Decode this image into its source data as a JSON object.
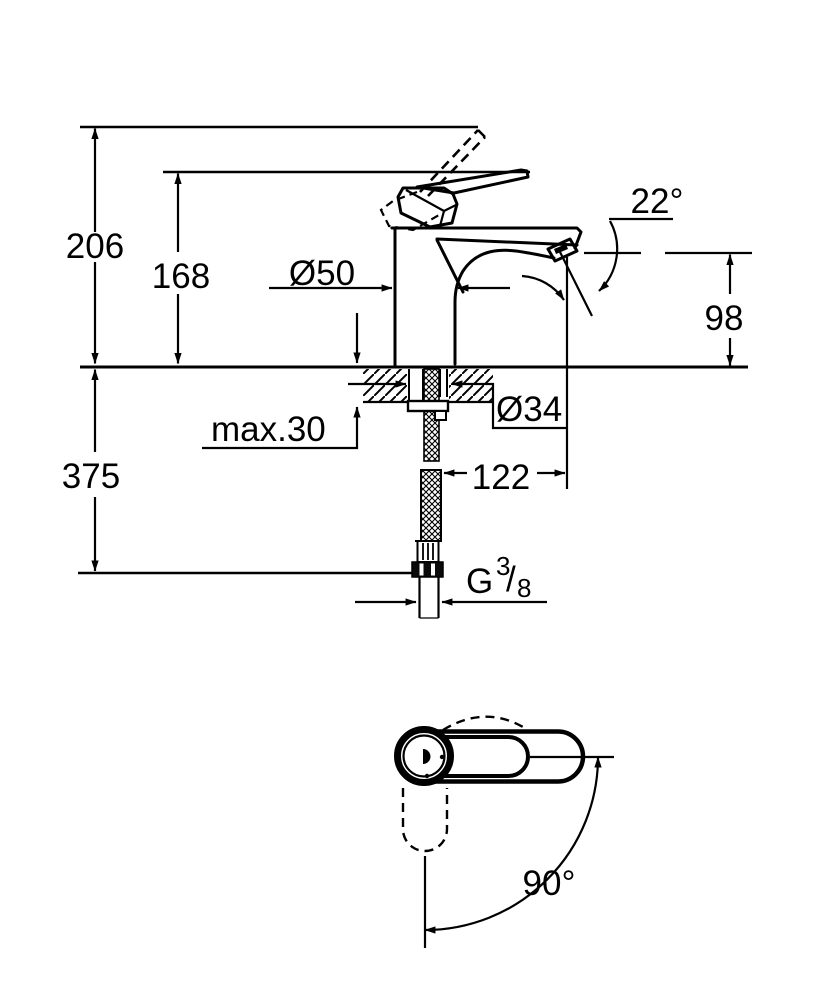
{
  "colors": {
    "line": "#000000",
    "background": "#ffffff"
  },
  "drawing": {
    "dimensions": {
      "total_height": "206",
      "handle_height": "168",
      "body_diameter": "Ø50",
      "spout_angle": "22°",
      "spout_height": "98",
      "deck_thickness": "max.30",
      "hole_diameter": "Ø34",
      "offset_122": "122",
      "below_deck": "375",
      "swivel_angle": "90°",
      "thread_prefix": "G",
      "thread_numerator": "3",
      "thread_slash": "/",
      "thread_denominator": "8"
    }
  }
}
